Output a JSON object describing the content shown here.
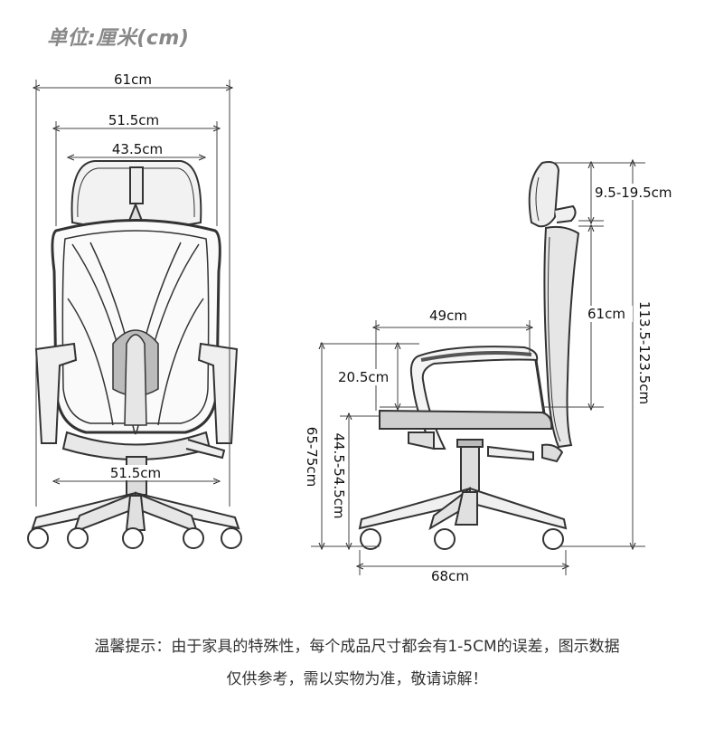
{
  "unit_title": "单位:厘米(cm)",
  "front_view": {
    "overall_width": "61cm",
    "back_width": "51.5cm",
    "headrest_width": "43.5cm",
    "base_width": "51.5cm"
  },
  "side_view": {
    "headrest_adjust": "9.5-19.5cm",
    "backrest_height": "61cm",
    "total_height": "113.5-123.5cm",
    "seat_depth": "49cm",
    "armrest_height": "20.5cm",
    "seat_height": "44.5-54.5cm",
    "arm_height": "65-75cm",
    "base_depth": "68cm"
  },
  "note": {
    "line1": "温馨提示：由于家具的特殊性，每个成品尺寸都会有1-5CM的误差，图示数据",
    "line2": "仅供参考，需以实物为准，敬请谅解！"
  }
}
